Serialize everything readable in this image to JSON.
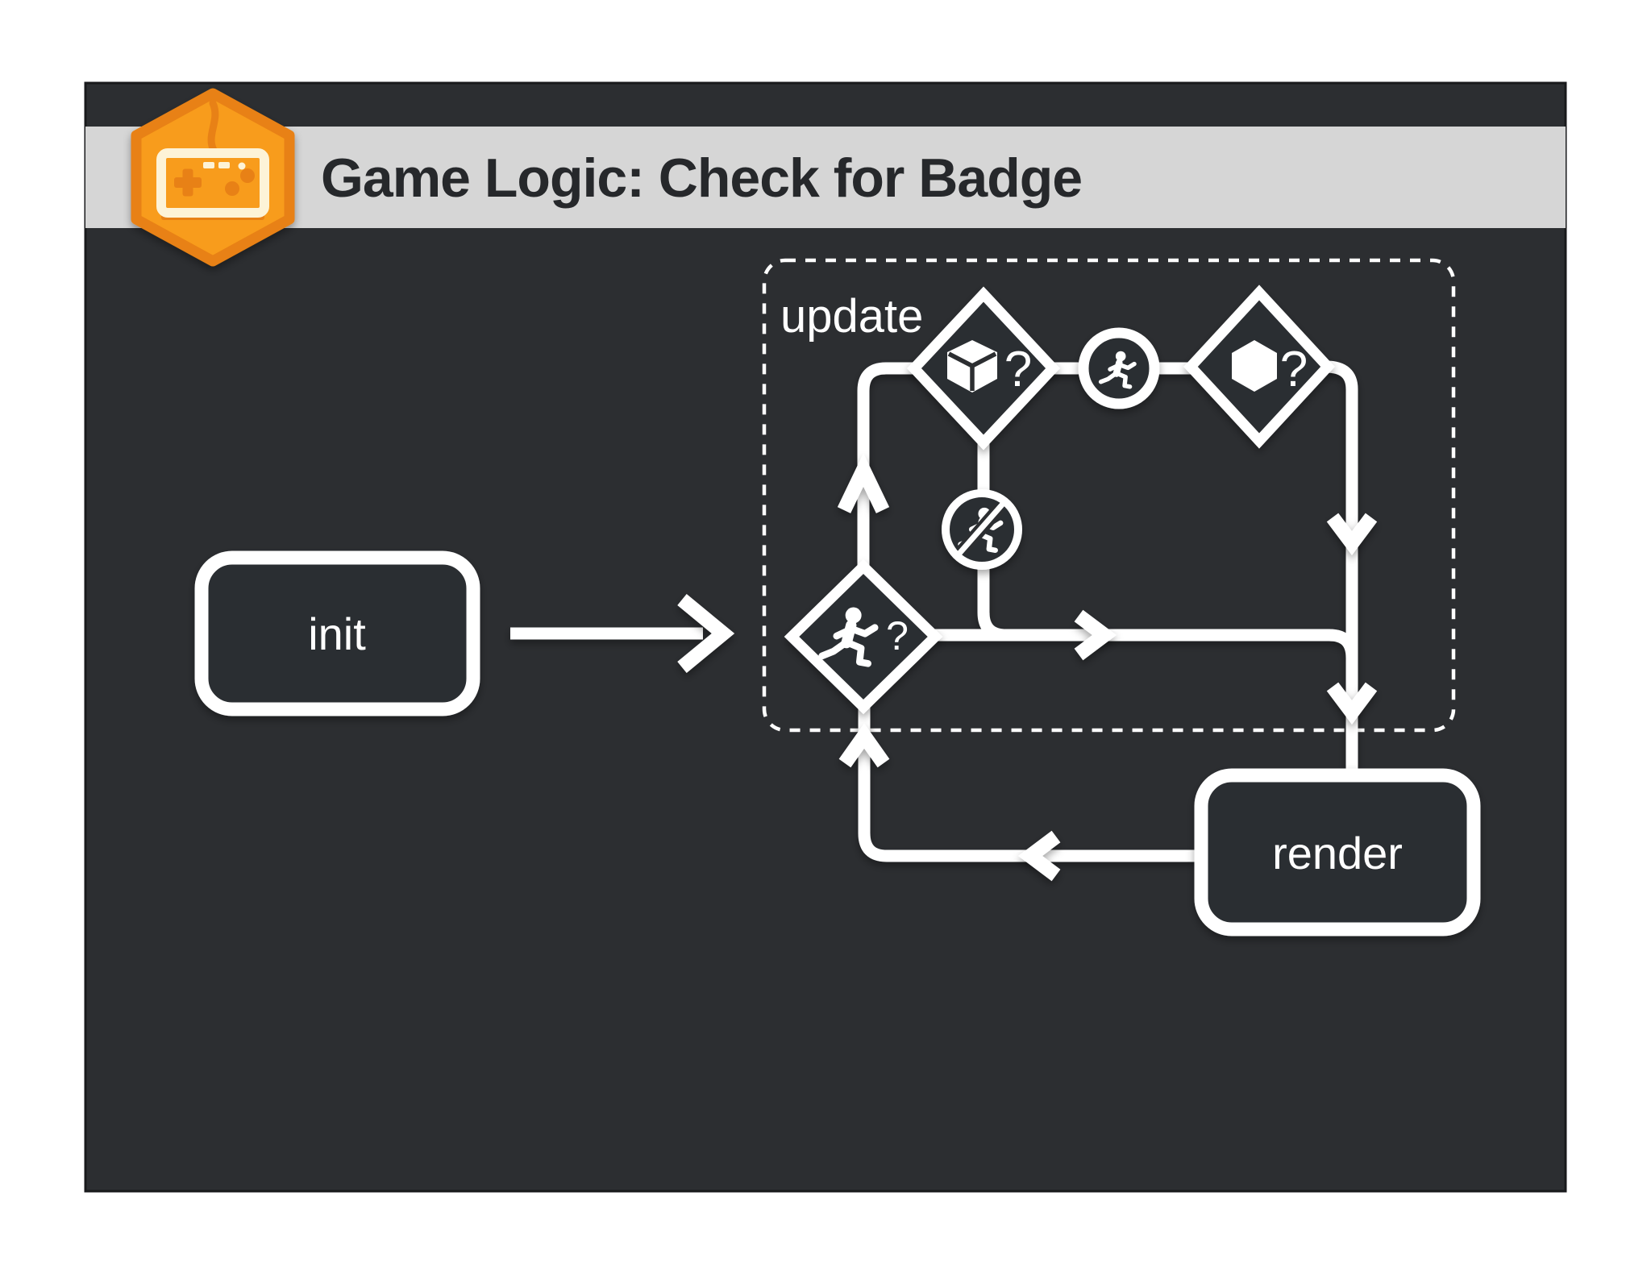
{
  "slide": {
    "title": "Game Logic: Check for Badge",
    "colors": {
      "page_bg": "#ffffff",
      "slide_bg": "#2c2e31",
      "titlebar_bg": "#d6d6d6",
      "title_text": "#26282b",
      "line_white": "#ffffff",
      "badge_orange": "#f89c1c",
      "badge_orange_dark": "#e88112",
      "badge_cream": "#fdf3d7"
    }
  },
  "flowchart": {
    "init_label": "init",
    "update_label": "update",
    "render_label": "render",
    "item_question": "?",
    "badge_question": "?",
    "running_question": "?",
    "icon_names": {
      "header_badge": "gamepad-hexagon-badge-icon",
      "first_diamond": "cube-icon",
      "between_circle": "runner-icon",
      "second_diamond": "hexagon-badge-icon",
      "stopped_circle": "runner-crossed-icon",
      "bottom_diamond": "runner-icon"
    }
  }
}
